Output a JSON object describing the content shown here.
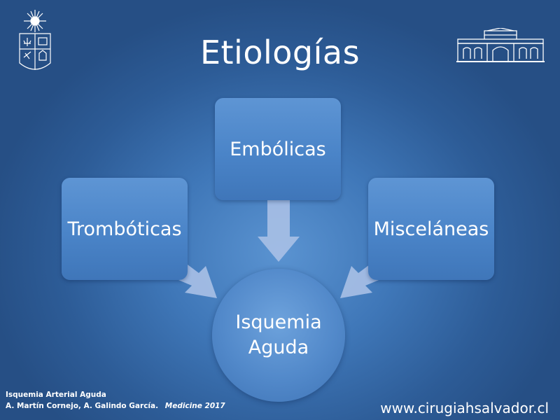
{
  "slide": {
    "title": "Etiologías"
  },
  "diagram": {
    "center": {
      "line1": "Isquemia",
      "line2": "Aguda"
    },
    "causes": {
      "top": "Embólicas",
      "left": "Trombóticas",
      "right": "Misceláneas"
    }
  },
  "footer": {
    "reference_title": "Isquemia Arterial Aguda",
    "reference_authors": "A. Martín Cornejo, A. Galindo García.",
    "reference_journal": "Medicine 2017",
    "website": "www.cirugiahsalvador.cl"
  },
  "colors": {
    "background": "#3f77b8",
    "box_fill": "#4a84c8",
    "arrow_fill": "#a9c0e6",
    "text": "#ffffff"
  },
  "icons": [
    "university-crest-icon",
    "hospital-building-icon"
  ]
}
